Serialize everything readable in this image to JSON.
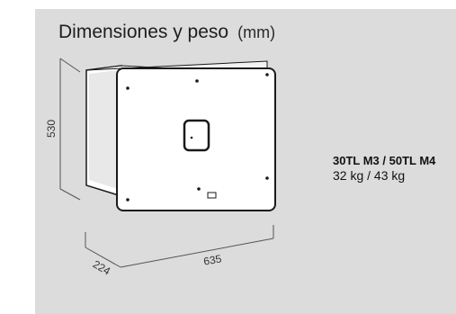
{
  "header": {
    "title": "Dimensiones y peso",
    "unit": "(mm)"
  },
  "dimensions": {
    "height": "530",
    "depth": "224",
    "width": "635"
  },
  "spec": {
    "models": "30TL M3 / 50TL M4",
    "weights": "32 kg / 43 kg"
  },
  "colors": {
    "panel_background": "#dcdcdc",
    "device_body": "#ffffff",
    "outline": "#1a1a1a"
  }
}
